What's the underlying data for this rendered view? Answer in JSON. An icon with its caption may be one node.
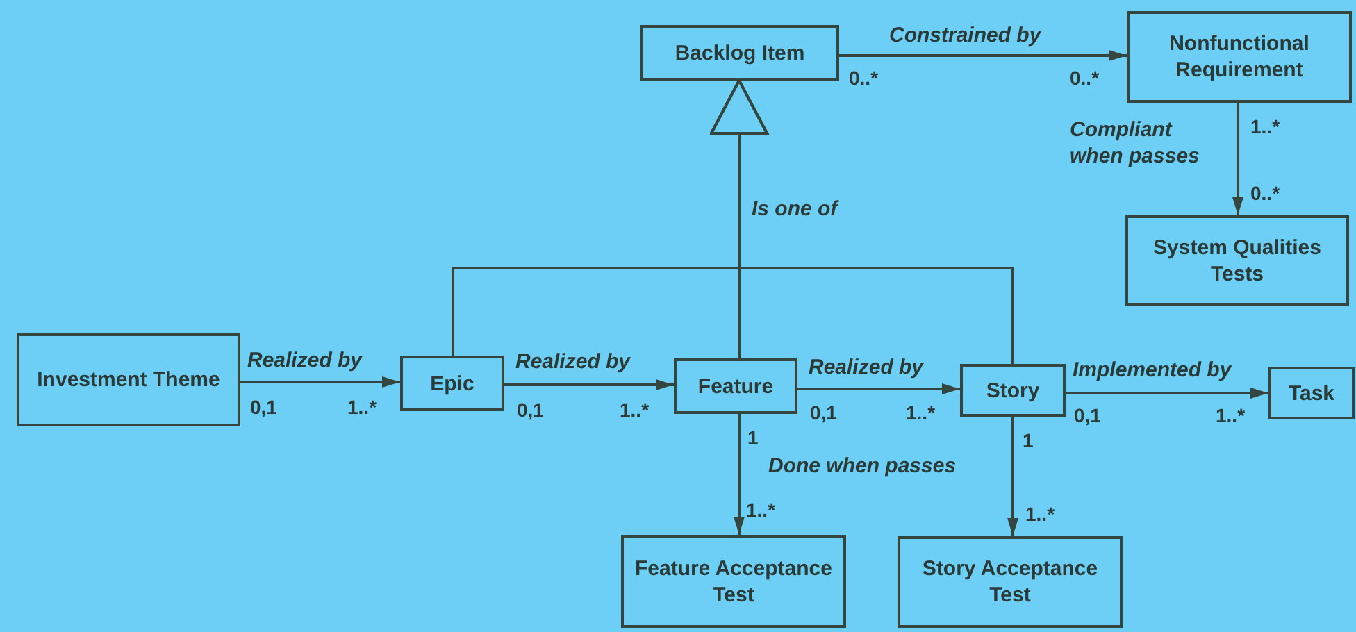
{
  "diagram": {
    "nodes": [
      {
        "text": [
          "Backlog Item"
        ]
      },
      {
        "text": [
          "Nonfunctional Requirement"
        ]
      },
      {
        "text": [
          "System Qualities Tests"
        ]
      },
      {
        "text": [
          "Investment Theme"
        ]
      },
      {
        "text": [
          "Epic"
        ]
      },
      {
        "text": [
          "Feature"
        ]
      },
      {
        "text": [
          "Story"
        ]
      },
      {
        "text": [
          "Task"
        ]
      },
      {
        "text": [
          "Feature Acceptance Test"
        ]
      },
      {
        "text": [
          "Story Acceptance Test"
        ]
      }
    ],
    "edges": [
      {
        "from": 0,
        "to": 1,
        "arrow": "to",
        "label": "Constrained by"
      },
      {
        "from": 1,
        "to": 2,
        "arrow": "to",
        "label": "Compliant when passes"
      },
      {
        "from": 3,
        "to": 4,
        "arrow": "to",
        "label": "Realized by"
      },
      {
        "from": 4,
        "to": 5,
        "arrow": "to",
        "label": "Realized by"
      },
      {
        "from": 5,
        "to": 6,
        "arrow": "to",
        "label": "Realized by"
      },
      {
        "from": 6,
        "to": 7,
        "arrow": "to",
        "label": "Implemented by"
      },
      {
        "from": 5,
        "to": 8,
        "arrow": "to"
      },
      {
        "from": 6,
        "to": 9,
        "arrow": "to"
      },
      {
        "from": 4,
        "to": 0,
        "arrow": "to"
      },
      {
        "from": 5,
        "to": 0,
        "arrow": "to",
        "label": "Is one of"
      },
      {
        "from": 6,
        "to": 0,
        "arrow": "to"
      }
    ],
    "labels": [
      "0..*",
      "0..*",
      "1..*",
      "0..*",
      "0,1",
      "1..*",
      "0,1",
      "1..*",
      "0,1",
      "1..*",
      "0,1",
      "1..*",
      "1",
      "1",
      "Done when passes",
      "1..*",
      "1..*"
    ]
  }
}
